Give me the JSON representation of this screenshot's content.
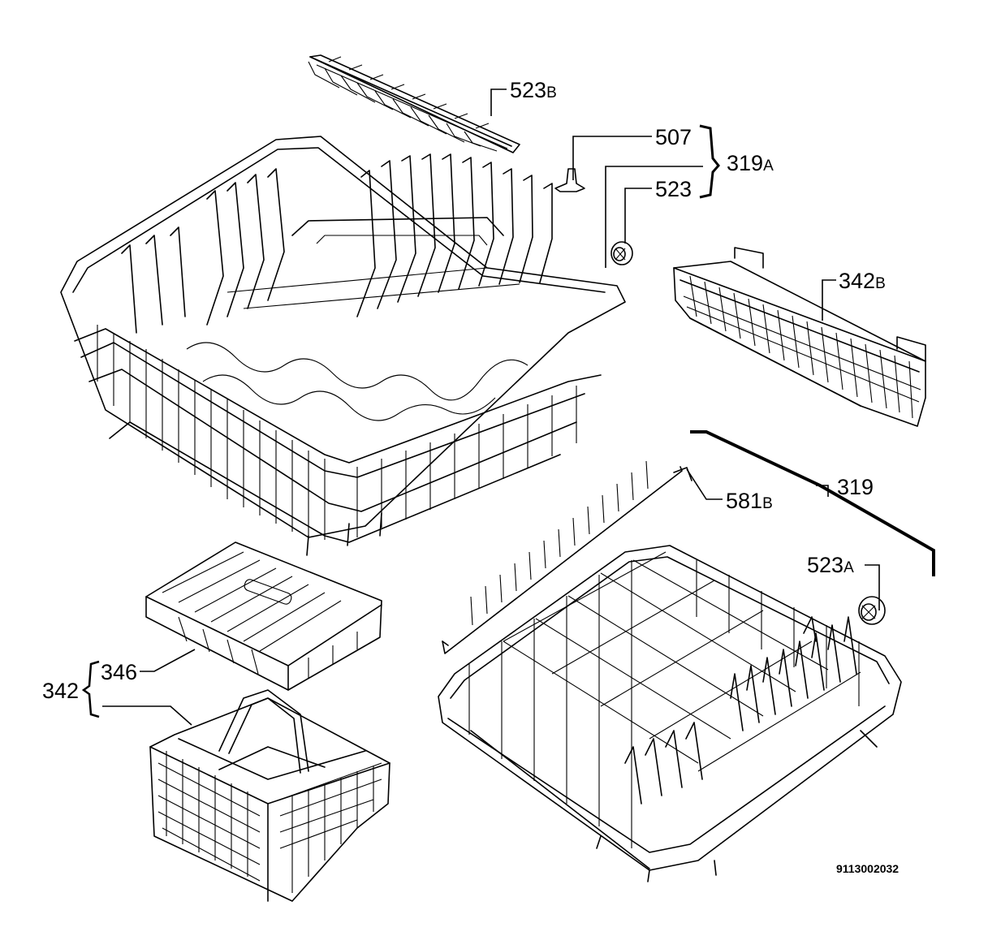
{
  "labels": {
    "l523b": {
      "num": "523",
      "suffix": "B"
    },
    "l507": {
      "num": "507",
      "suffix": ""
    },
    "l319a": {
      "num": "319",
      "suffix": "A"
    },
    "l523": {
      "num": "523",
      "suffix": ""
    },
    "l342b": {
      "num": "342",
      "suffix": "B"
    },
    "l319": {
      "num": "319",
      "suffix": ""
    },
    "l581b": {
      "num": "581",
      "suffix": "B"
    },
    "l523a": {
      "num": "523",
      "suffix": "A"
    },
    "l346": {
      "num": "346",
      "suffix": ""
    },
    "l342": {
      "num": "342",
      "suffix": ""
    }
  },
  "document_code": "9113002032"
}
